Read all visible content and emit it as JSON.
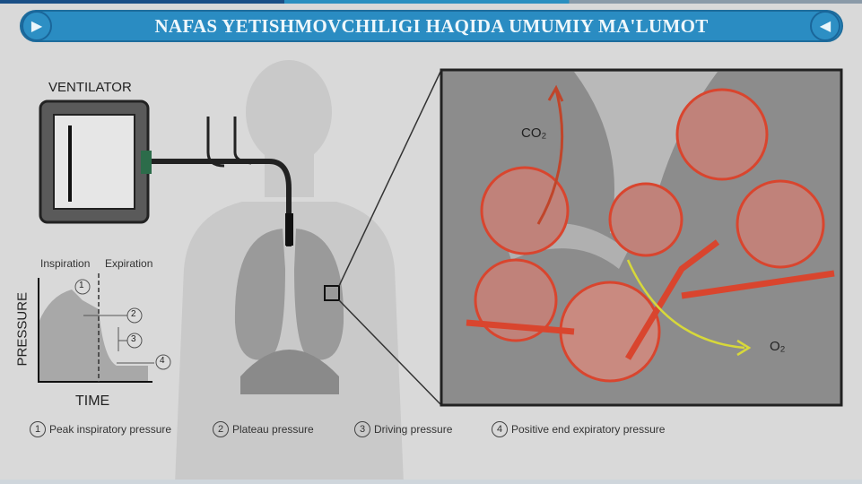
{
  "header": {
    "title": "NAFAS YETISHMOVCHILIGI HAQIDA UMUMIY MA'LUMOT",
    "next_icon": "play-right-icon",
    "prev_icon": "play-left-icon"
  },
  "diagram": {
    "ventilator_label": "VENTILATOR",
    "graph": {
      "inspiration": "Inspiration",
      "expiration": "Expiration",
      "y_axis": "PRESSURE",
      "x_axis": "TIME",
      "markers": [
        "1",
        "2",
        "3",
        "4"
      ]
    },
    "zoom_labels": {
      "co2": "CO₂",
      "o2": "O₂"
    }
  },
  "legend": [
    {
      "num": "1",
      "label": "Peak inspiratory pressure"
    },
    {
      "num": "2",
      "label": "Plateau pressure"
    },
    {
      "num": "3",
      "label": "Driving pressure"
    },
    {
      "num": "4",
      "label": "Positive end expiratory pressure"
    }
  ],
  "colors": {
    "header": "#2a8cc2",
    "vessel": "#d9452e",
    "background": "#d9d9d9"
  }
}
